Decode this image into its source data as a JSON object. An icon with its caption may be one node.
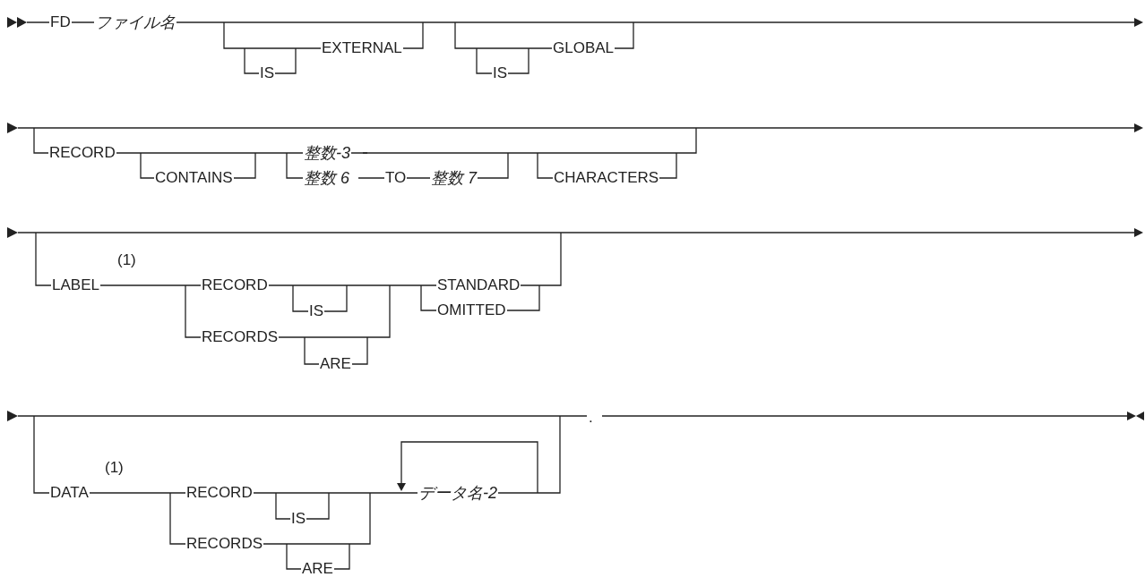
{
  "diagram": {
    "labels": [
      "FD",
      "ファイル名",
      "IS",
      "EXTERNAL",
      "IS",
      "GLOBAL",
      "RECORD",
      "CONTAINS",
      "整数-3",
      "整数 6",
      "TO",
      "整数 7",
      "CHARACTERS",
      "(1)",
      "LABEL",
      "RECORD",
      "IS",
      "RECORDS",
      "ARE",
      "STANDARD",
      "OMITTED",
      "(1)",
      "DATA",
      "RECORD",
      "IS",
      "RECORDS",
      "ARE",
      "データ名-2",
      "."
    ]
  }
}
